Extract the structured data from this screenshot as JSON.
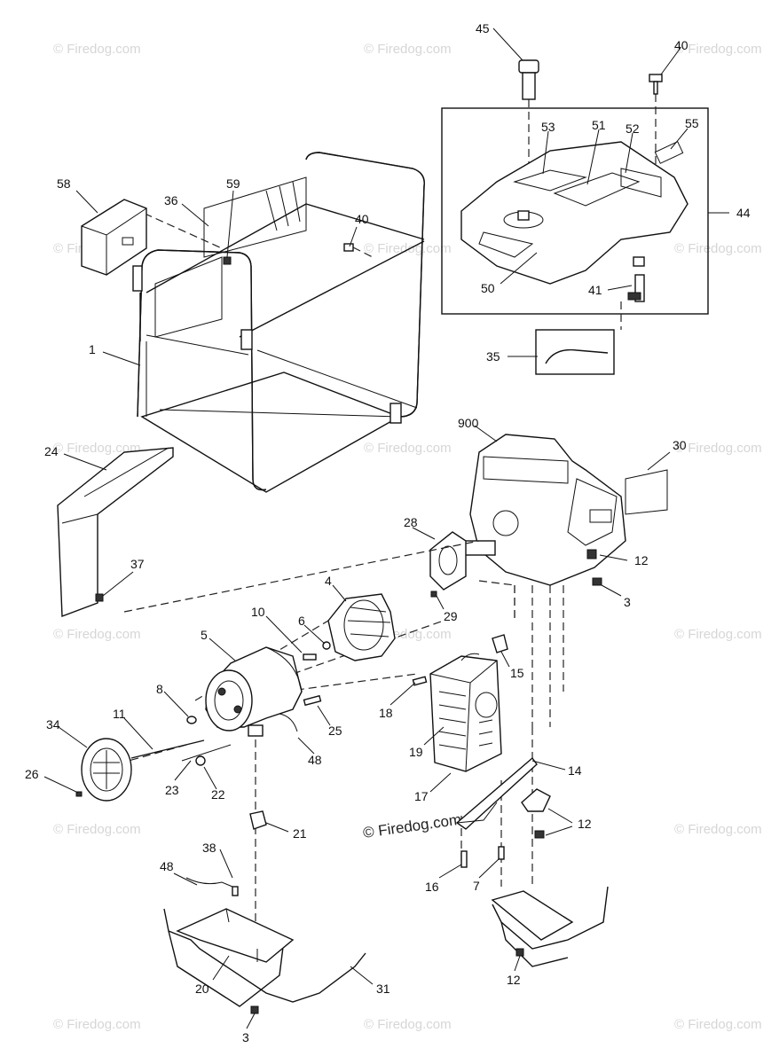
{
  "diagram": {
    "watermark_text": "© Firedog.com",
    "center_watermark_text": "© Firedog.com",
    "callouts": {
      "c45": "45",
      "c40a": "40",
      "c53": "53",
      "c51": "51",
      "c52": "52",
      "c55": "55",
      "c44": "44",
      "c50": "50",
      "c41": "41",
      "c35": "35",
      "c58": "58",
      "c36": "36",
      "c59": "59",
      "c40b": "40",
      "c1": "1",
      "c24": "24",
      "c37": "37",
      "c900": "900",
      "c30": "30",
      "c28": "28",
      "c12a": "12",
      "c3a": "3",
      "c29": "29",
      "c4": "4",
      "c10": "10",
      "c6": "6",
      "c5": "5",
      "c15": "15",
      "c18": "18",
      "c8": "8",
      "c11": "11",
      "c34": "34",
      "c25": "25",
      "c19": "19",
      "c48a": "48",
      "c14": "14",
      "c26": "26",
      "c23": "23",
      "c22": "22",
      "c17": "17",
      "c12b": "12",
      "c21": "21",
      "c38": "38",
      "c48b": "48",
      "c16": "16",
      "c7": "7",
      "c12c": "12",
      "c20": "20",
      "c31": "31",
      "c3b": "3"
    }
  }
}
